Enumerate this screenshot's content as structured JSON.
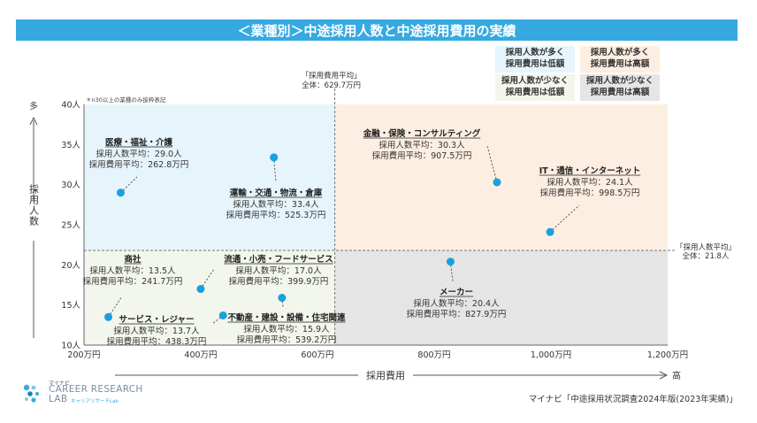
{
  "title": "＜業種別＞中途採用人数と中途採用費用の実績",
  "legend": {
    "top_left": "採用人数が多く\n採用費用は低額",
    "top_right": "採用人数が多く\n採用費用は高額",
    "bottom_left": "採用人数が少なく\n採用費用は低額",
    "bottom_right": "採用人数が少なく\n採用費用は高額"
  },
  "colors": {
    "title_bg": "#36a9e1",
    "quad_top_left": "#e6f4fb",
    "quad_top_right": "#fceee0",
    "quad_bottom_left": "#f2f6ec",
    "quad_bottom_right": "#e5e5e5",
    "point": "#1aa0dc"
  },
  "note": "＊n30以上の業種のみ抜粋表記",
  "ref_x": {
    "label": "「採用費用平均」",
    "value_text": "全体：629.7万円",
    "value": 629.7
  },
  "ref_y": {
    "label": "「採用人数平均」",
    "value_text": "全体：21.8人",
    "value": 21.8
  },
  "y_axis": {
    "label": "採用人数",
    "top": "多",
    "ticks": [
      "10人",
      "15人",
      "20人",
      "25人",
      "30人",
      "35人",
      "40人"
    ]
  },
  "x_axis": {
    "label": "採用費用",
    "right": "高",
    "ticks": [
      "200万円",
      "400万円",
      "600万円",
      "800万円",
      "1,000万円",
      "1,200万円"
    ]
  },
  "source": "マイナビ「中途採用状況調査2024年版(2023年実績)」",
  "brand": {
    "small": "マイナビ",
    "main1": "CAREER RESEARCH",
    "main2": "LAB",
    "sub": "キャリアリサーチLab"
  },
  "chart_data": {
    "type": "scatter",
    "title": "＜業種別＞中途採用人数と中途採用費用の実績",
    "xlabel": "採用費用",
    "ylabel": "採用人数",
    "xlim": [
      200,
      1200
    ],
    "ylim": [
      10,
      40
    ],
    "grid": false,
    "points": [
      {
        "name": "医療・福祉・介護",
        "l1": "採用人数平均：29.0人",
        "l2": "採用費用平均：262.8万円",
        "x": 262.8,
        "y": 29.0
      },
      {
        "name": "運輸・交通・物流・倉庫",
        "l1": "採用人数平均：33.4人",
        "l2": "採用費用平均：525.3万円",
        "x": 525.3,
        "y": 33.4
      },
      {
        "name": "金融・保険・コンサルティング",
        "l1": "採用人数平均：30.3人",
        "l2": "採用費用平均：907.5万円",
        "x": 907.5,
        "y": 30.3
      },
      {
        "name": "IT・通信・インターネット",
        "l1": "採用人数平均：24.1人",
        "l2": "採用費用平均：998.5万円",
        "x": 998.5,
        "y": 24.1
      },
      {
        "name": "商社",
        "l1": "採用人数平均：13.5人",
        "l2": "採用費用平均：241.7万円",
        "x": 241.7,
        "y": 13.5
      },
      {
        "name": "流通・小売・フードサービス",
        "l1": "採用人数平均：17.0人",
        "l2": "採用費用平均：399.9万円",
        "x": 399.9,
        "y": 17.0
      },
      {
        "name": "サービス・レジャー",
        "l1": "採用人数平均：13.7人",
        "l2": "採用費用平均：438.3万円",
        "x": 438.3,
        "y": 13.7
      },
      {
        "name": "不動産・建設・設備・住宅関連",
        "l1": "採用人数平均：15.9人",
        "l2": "採用費用平均：539.2万円",
        "x": 539.2,
        "y": 15.9
      },
      {
        "name": "メーカー",
        "l1": "採用人数平均：20.4人",
        "l2": "採用費用平均：827.9万円",
        "x": 827.9,
        "y": 20.4
      }
    ]
  }
}
